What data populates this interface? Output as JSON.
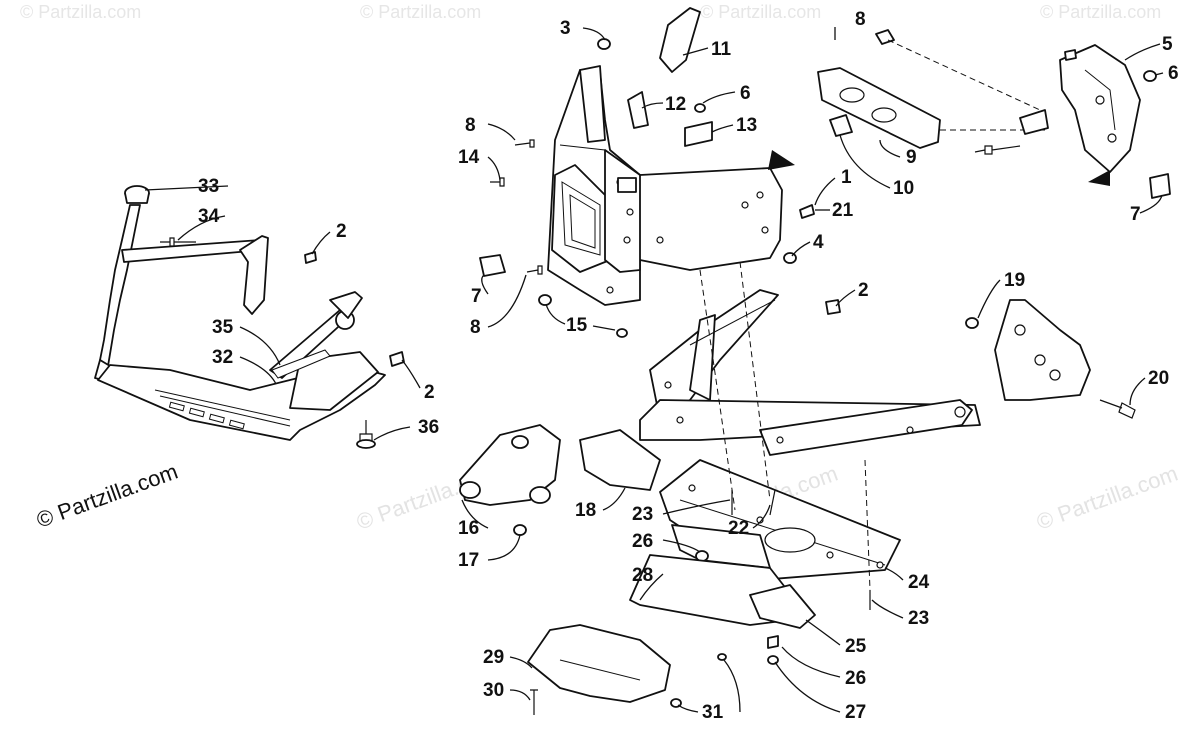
{
  "watermark": {
    "site": "© Partzilla.com",
    "faint": "© Partzilla.com"
  },
  "callouts": [
    {
      "id": "c1",
      "label": "1"
    },
    {
      "id": "c2a",
      "label": "2"
    },
    {
      "id": "c2b",
      "label": "2"
    },
    {
      "id": "c2c",
      "label": "2"
    },
    {
      "id": "c3",
      "label": "3"
    },
    {
      "id": "c4",
      "label": "4"
    },
    {
      "id": "c5",
      "label": "5"
    },
    {
      "id": "c6a",
      "label": "6"
    },
    {
      "id": "c6b",
      "label": "6"
    },
    {
      "id": "c7a",
      "label": "7"
    },
    {
      "id": "c7b",
      "label": "7"
    },
    {
      "id": "c8a",
      "label": "8"
    },
    {
      "id": "c8b",
      "label": "8"
    },
    {
      "id": "c8c",
      "label": "8"
    },
    {
      "id": "c9",
      "label": "9"
    },
    {
      "id": "c10",
      "label": "10"
    },
    {
      "id": "c11",
      "label": "11"
    },
    {
      "id": "c12",
      "label": "12"
    },
    {
      "id": "c13",
      "label": "13"
    },
    {
      "id": "c14",
      "label": "14"
    },
    {
      "id": "c15",
      "label": "15"
    },
    {
      "id": "c16",
      "label": "16"
    },
    {
      "id": "c17",
      "label": "17"
    },
    {
      "id": "c18",
      "label": "18"
    },
    {
      "id": "c19",
      "label": "19"
    },
    {
      "id": "c20",
      "label": "20"
    },
    {
      "id": "c21",
      "label": "21"
    },
    {
      "id": "c22",
      "label": "22"
    },
    {
      "id": "c23a",
      "label": "23"
    },
    {
      "id": "c23b",
      "label": "23"
    },
    {
      "id": "c24",
      "label": "24"
    },
    {
      "id": "c25",
      "label": "25"
    },
    {
      "id": "c26a",
      "label": "26"
    },
    {
      "id": "c26b",
      "label": "26"
    },
    {
      "id": "c27",
      "label": "27"
    },
    {
      "id": "c28",
      "label": "28"
    },
    {
      "id": "c29",
      "label": "29"
    },
    {
      "id": "c30",
      "label": "30"
    },
    {
      "id": "c31",
      "label": "31"
    },
    {
      "id": "c32",
      "label": "32"
    },
    {
      "id": "c33",
      "label": "33"
    },
    {
      "id": "c34",
      "label": "34"
    },
    {
      "id": "c35",
      "label": "35"
    },
    {
      "id": "c36",
      "label": "36"
    }
  ]
}
